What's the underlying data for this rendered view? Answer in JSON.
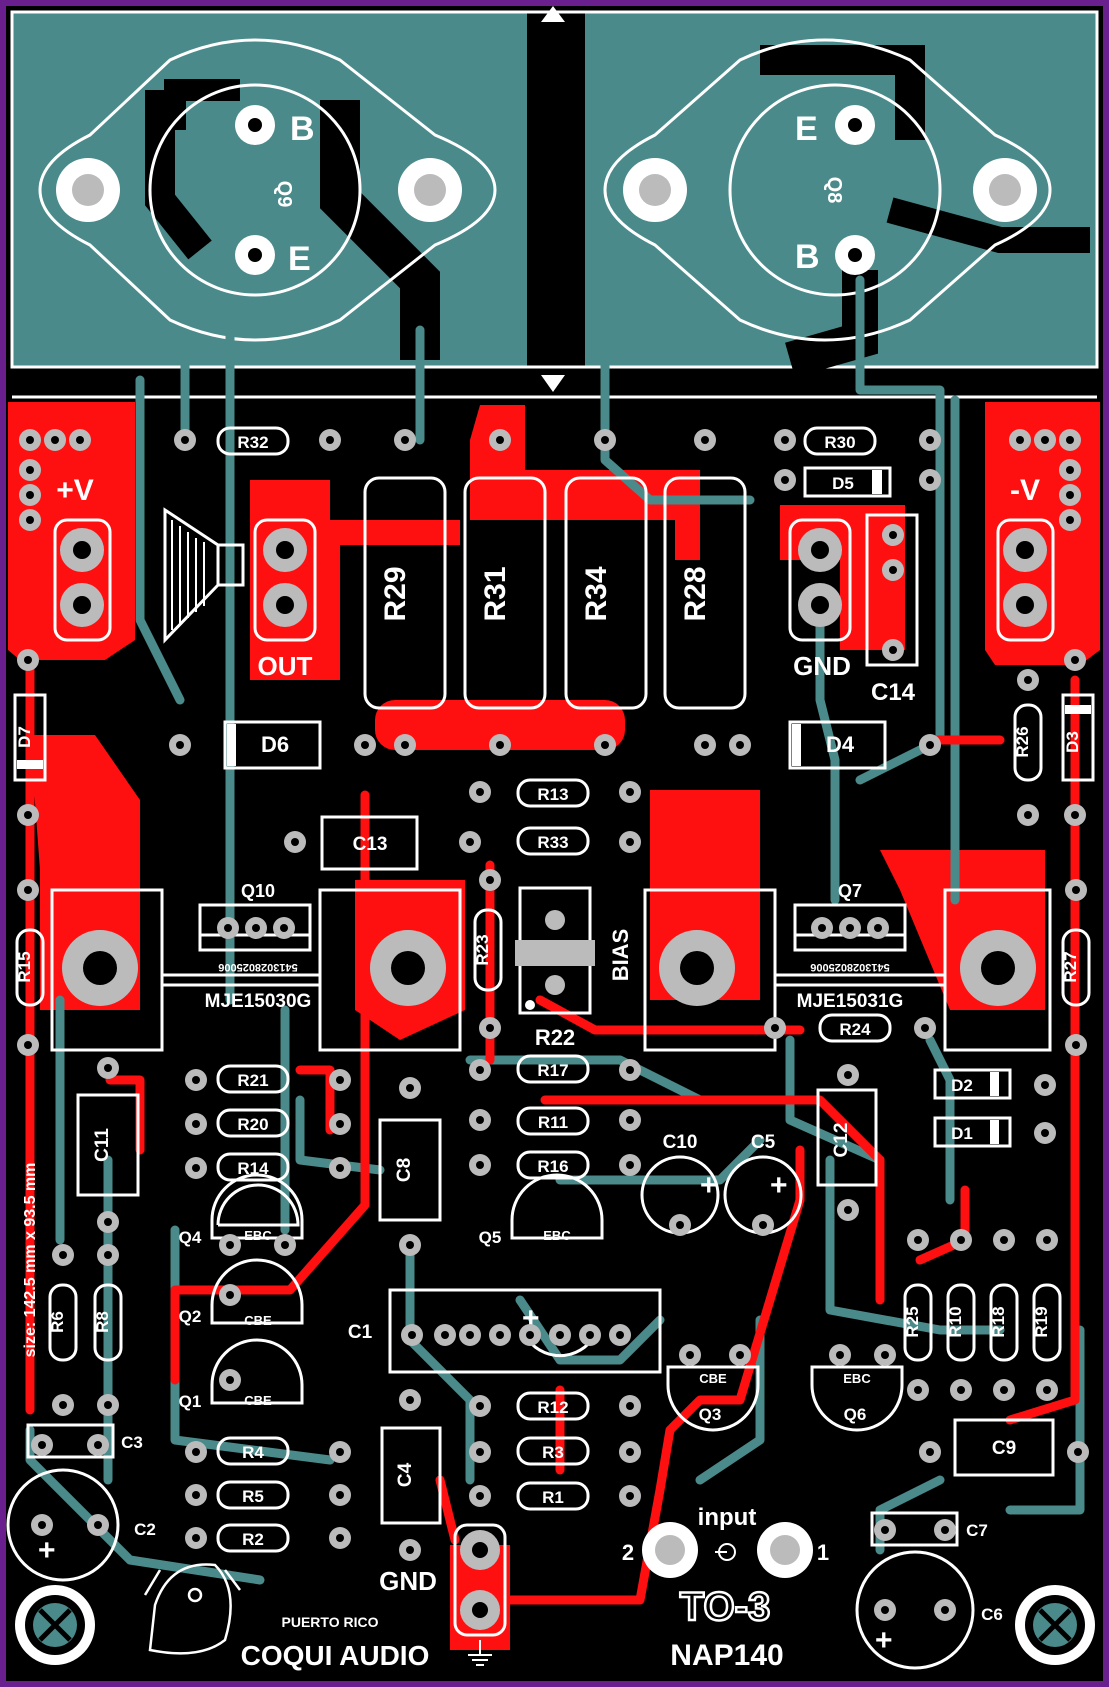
{
  "board": {
    "project": "NAP140",
    "package": "TO-3",
    "brand": "COQUI AUDIO",
    "location": "PUERTO RICO",
    "size_note": "size: 142.5 mm x 93.5 mm"
  },
  "connectors": {
    "vplus": "+V",
    "vminus": "-V",
    "out": "OUT",
    "gnd_top": "GND",
    "gnd_bottom": "GND",
    "input": "input",
    "input_pin2": "2",
    "input_pin1": "1"
  },
  "power_transistors": {
    "q9": {
      "ref": "Q9",
      "pin_b": "B",
      "pin_e": "E"
    },
    "q8": {
      "ref": "Q8",
      "pin_b": "B",
      "pin_e": "E"
    }
  },
  "drivers": {
    "q10": {
      "ref": "Q10",
      "part": "MJE15030G",
      "code": "5413028025006"
    },
    "q7": {
      "ref": "Q7",
      "part": "MJE15031G",
      "code": "5413028025006"
    }
  },
  "small_transistors": [
    {
      "ref": "Q4",
      "pins": "EBC"
    },
    {
      "ref": "Q2",
      "pins": "CBE"
    },
    {
      "ref": "Q1",
      "pins": "CBE"
    },
    {
      "ref": "Q5",
      "pins": "EBC"
    },
    {
      "ref": "Q3",
      "pins": "CBE"
    },
    {
      "ref": "Q6",
      "pins": "EBC"
    }
  ],
  "power_resistors": [
    "R29",
    "R31",
    "R34",
    "R28"
  ],
  "resistors": {
    "r32": "R32",
    "r30": "R30",
    "r13": "R13",
    "r33": "R33",
    "r23": "R23",
    "r22": "R22",
    "r24": "R24",
    "r17": "R17",
    "r21": "R21",
    "r20": "R20",
    "r14": "R14",
    "r11": "R11",
    "r16": "R16",
    "r12": "R12",
    "r3": "R3",
    "r1": "R1",
    "r4": "R4",
    "r5": "R5",
    "r2": "R2",
    "r6": "R6",
    "r8": "R8",
    "r25": "R25",
    "r10": "R10",
    "r18": "R18",
    "r19": "R19",
    "r15": "R15",
    "r27": "R27",
    "r26": "R26"
  },
  "diodes": {
    "d5": "D5",
    "d6": "D6",
    "d4": "D4",
    "d7": "D7",
    "d3": "D3",
    "d2": "D2",
    "d1": "D1"
  },
  "capacitors": {
    "c14": "C14",
    "c13": "C13",
    "c11": "C11",
    "c8": "C8",
    "c10": "C10",
    "c5": "C5",
    "c12": "C12",
    "c1": "C1",
    "c4": "C4",
    "c3": "C3",
    "c2": "C2",
    "c9": "C9",
    "c7": "C7",
    "c6": "C6"
  },
  "bias": "BIAS",
  "colors": {
    "board": "#000000",
    "copper_top": "#ff1010",
    "copper_bottom": "#4a8a8a",
    "heatsink": "#4a8a8a",
    "silkscreen": "#ffffff",
    "pad": "#bbbbbb",
    "border": "#6a1f8f"
  },
  "icons": {
    "speaker": "speaker-icon",
    "ground": "ground-icon",
    "logo": "frog-logo-icon"
  }
}
